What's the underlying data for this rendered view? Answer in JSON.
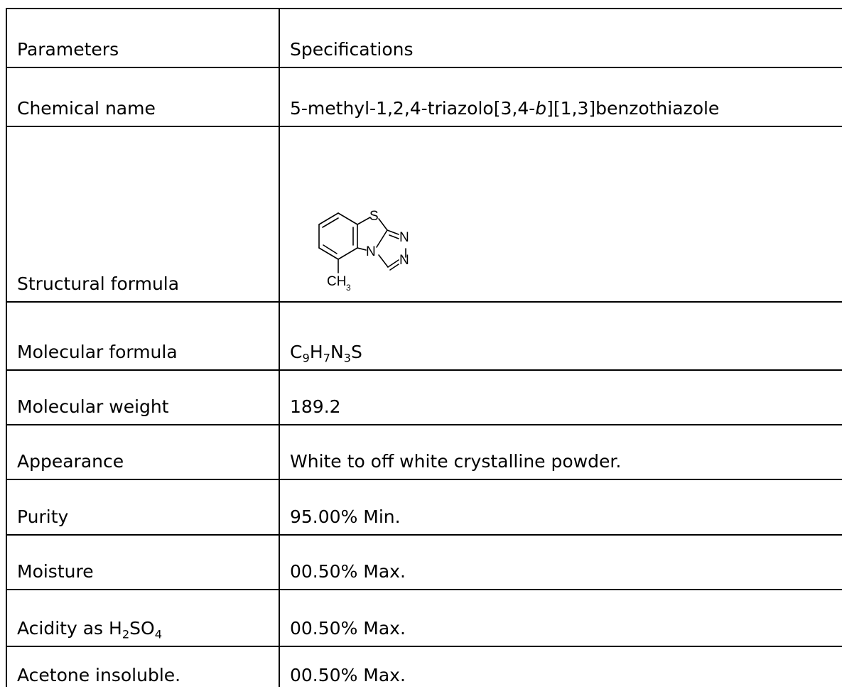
{
  "table": {
    "header": {
      "col1": "Parameters",
      "col2": "Specifications"
    },
    "rows": {
      "chemical_name": {
        "label": "Chemical name",
        "value_pre": "5-methyl-1,2,4-triazolo[3,4-",
        "value_italic": "b",
        "value_post": "][1,3]benzothiazole"
      },
      "structural_formula": {
        "label": "Structural formula",
        "atoms": {
          "S": "S",
          "N1": "N",
          "N2": "N",
          "N3": "N",
          "CH": "CH",
          "CH_sub": "3"
        }
      },
      "molecular_formula": {
        "label": "Molecular formula",
        "p1": "C",
        "s1": "9",
        "p2": "H",
        "s2": "7",
        "p3": "N",
        "s3": "3",
        "p4": "S"
      },
      "molecular_weight": {
        "label": "Molecular weight",
        "value": "189.2"
      },
      "appearance": {
        "label": "Appearance",
        "value": "White to off white crystalline powder."
      },
      "purity": {
        "label": "Purity",
        "value": "95.00% Min."
      },
      "moisture": {
        "label": "Moisture",
        "value": "00.50% Max."
      },
      "acidity": {
        "label_pre": "Acidity as H",
        "label_s1": "2",
        "label_mid": "SO",
        "label_s2": "4",
        "value": "00.50% Max."
      },
      "acetone": {
        "label": "Acetone insoluble.",
        "value": "00.50% Max."
      }
    }
  }
}
